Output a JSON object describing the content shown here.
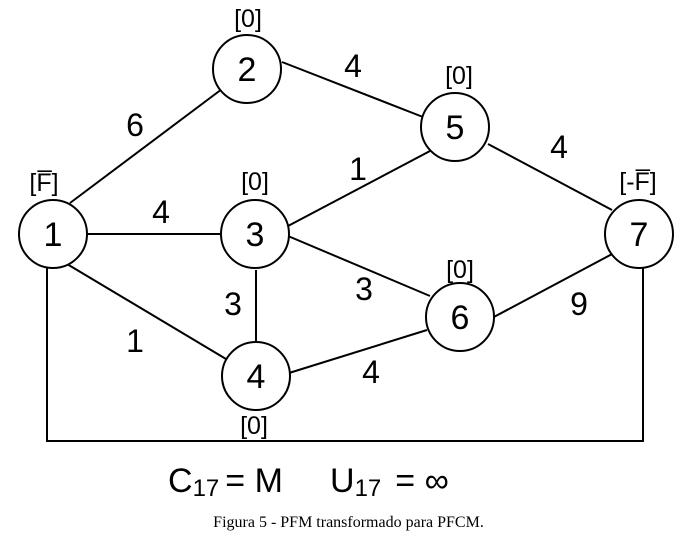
{
  "nodes": [
    {
      "id": "1",
      "supply": "[F̅]"
    },
    {
      "id": "2",
      "supply": "[0]"
    },
    {
      "id": "3",
      "supply": "[0]"
    },
    {
      "id": "4",
      "supply": "[0]"
    },
    {
      "id": "5",
      "supply": "[0]"
    },
    {
      "id": "6",
      "supply": "[0]"
    },
    {
      "id": "7",
      "supply": "[-F̅]"
    }
  ],
  "edges": [
    {
      "from": "1",
      "to": "2",
      "weight": "6"
    },
    {
      "from": "1",
      "to": "3",
      "weight": "4"
    },
    {
      "from": "1",
      "to": "4",
      "weight": "1"
    },
    {
      "from": "2",
      "to": "5",
      "weight": "4"
    },
    {
      "from": "3",
      "to": "5",
      "weight": "1"
    },
    {
      "from": "3",
      "to": "6",
      "weight": "3"
    },
    {
      "from": "3",
      "to": "4",
      "weight": "3"
    },
    {
      "from": "4",
      "to": "6",
      "weight": "4"
    },
    {
      "from": "5",
      "to": "7",
      "weight": "4"
    },
    {
      "from": "6",
      "to": "7",
      "weight": "9"
    },
    {
      "from": "1",
      "to": "7",
      "weight": ""
    }
  ],
  "parameters": {
    "c_label": "C",
    "c_sub": "17",
    "c_value": "= M",
    "u_label": "U",
    "u_sub": "17",
    "u_value": "= ∞"
  },
  "caption": "Figura 5 - PFM transformado para PFCM."
}
